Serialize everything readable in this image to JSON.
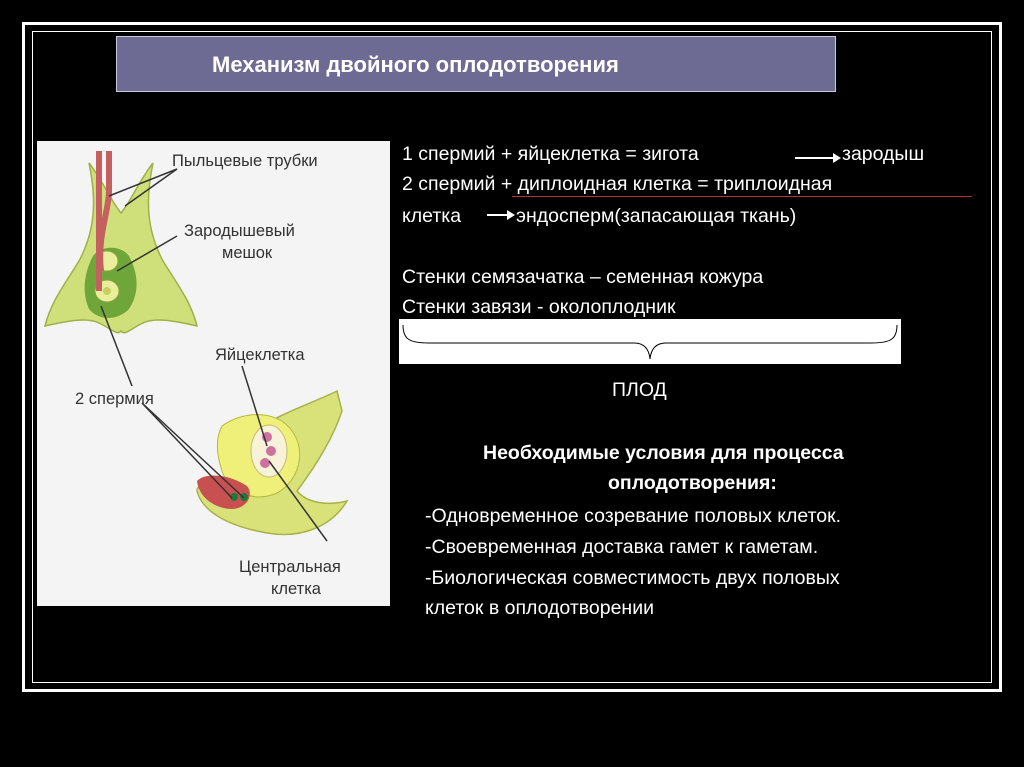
{
  "slide": {
    "title": "Механизм двойного оплодотворения"
  },
  "diagram": {
    "labels": {
      "pollen_tubes": "Пыльцевые трубки",
      "embryo_sac_1": "Зародышевый",
      "embryo_sac_2": "мешок",
      "egg_cell": "Яйцеклетка",
      "sperms": "2 спермия",
      "central_cell_1": "Центральная",
      "central_cell_2": "клетка"
    }
  },
  "content": {
    "line1_a": "1 спермий + яйцеклетка  = зигота",
    "line1_b": "зародыш",
    "line2": "2 спермий + диплоидная клетка = триплоидная",
    "line3_a": "клетка",
    "line3_b": "эндосперм(запасающая ткань)",
    "line4": "Стенки семязачатка – семенная кожура",
    "line5": "Стенки завязи  -   околоплодник",
    "fruit": "ПЛОД",
    "conditions_title_1": "Необходимые условия для процесса",
    "conditions_title_2": "оплодотворения:",
    "conditions": [
      "-Одновременное созревание половых клеток.",
      "-Своевременная доставка гамет к гаметам.",
      "-Биологическая совместимость двух половых",
      "клеток в оплодотворении"
    ]
  }
}
